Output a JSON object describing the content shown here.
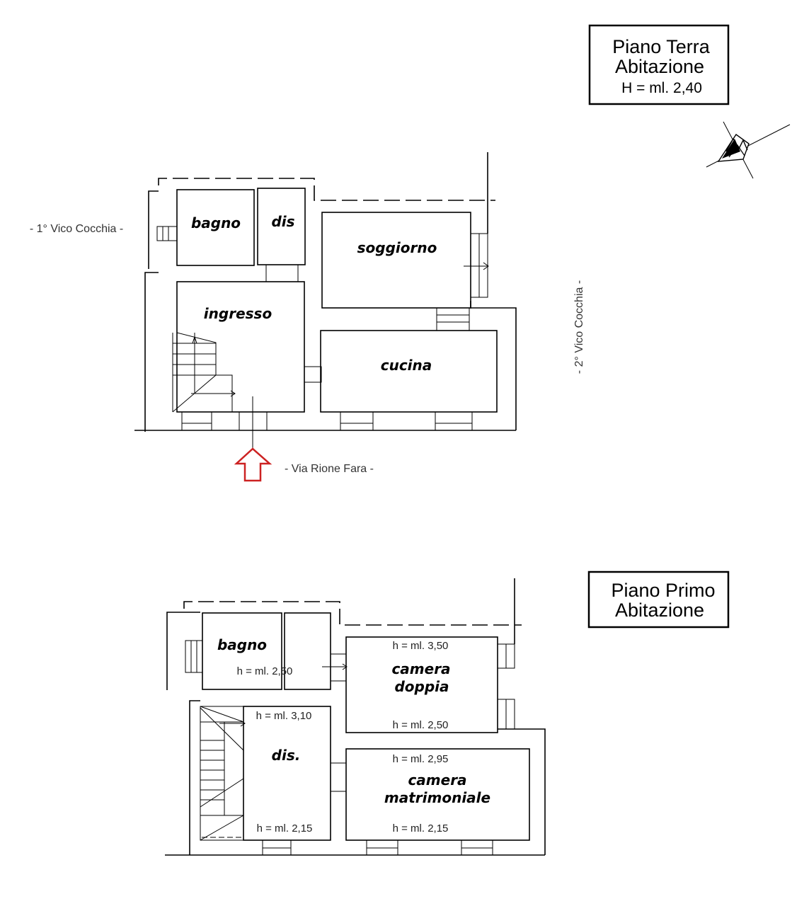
{
  "ground_floor": {
    "title_line1": "Piano Terra",
    "title_line2": "Abitazione",
    "height_note": "H = ml. 2,40",
    "rooms": {
      "bagno": "bagno",
      "dis": "dis",
      "soggiorno": "soggiorno",
      "ingresso": "ingresso",
      "cucina": "cucina"
    },
    "streets": {
      "left": "- 1° Vico Cocchia -",
      "right": "- 2° Vico Cocchia -",
      "bottom": "- Via Rione Fara -"
    }
  },
  "first_floor": {
    "title_line1": "Piano Primo",
    "title_line2": "Abitazione",
    "rooms": {
      "bagno": "bagno",
      "camera_doppia_line1": "camera",
      "camera_doppia_line2": "doppia",
      "dis": "dis.",
      "camera_matrimoniale_line1": "camera",
      "camera_matrimoniale_line2": "matrimoniale"
    },
    "heights": {
      "bagno": "h = ml. 2,50",
      "camera_doppia_top": "h = ml. 3,50",
      "camera_doppia_bottom": "h = ml. 2,50",
      "dis_top": "h = ml. 3,10",
      "dis_bottom": "h = ml. 2,15",
      "matrimoniale_top": "h = ml. 2,95",
      "matrimoniale_bottom": "h = ml. 2,15"
    }
  },
  "colors": {
    "entrance_arrow": "#cc2222",
    "lines": "#000000"
  }
}
